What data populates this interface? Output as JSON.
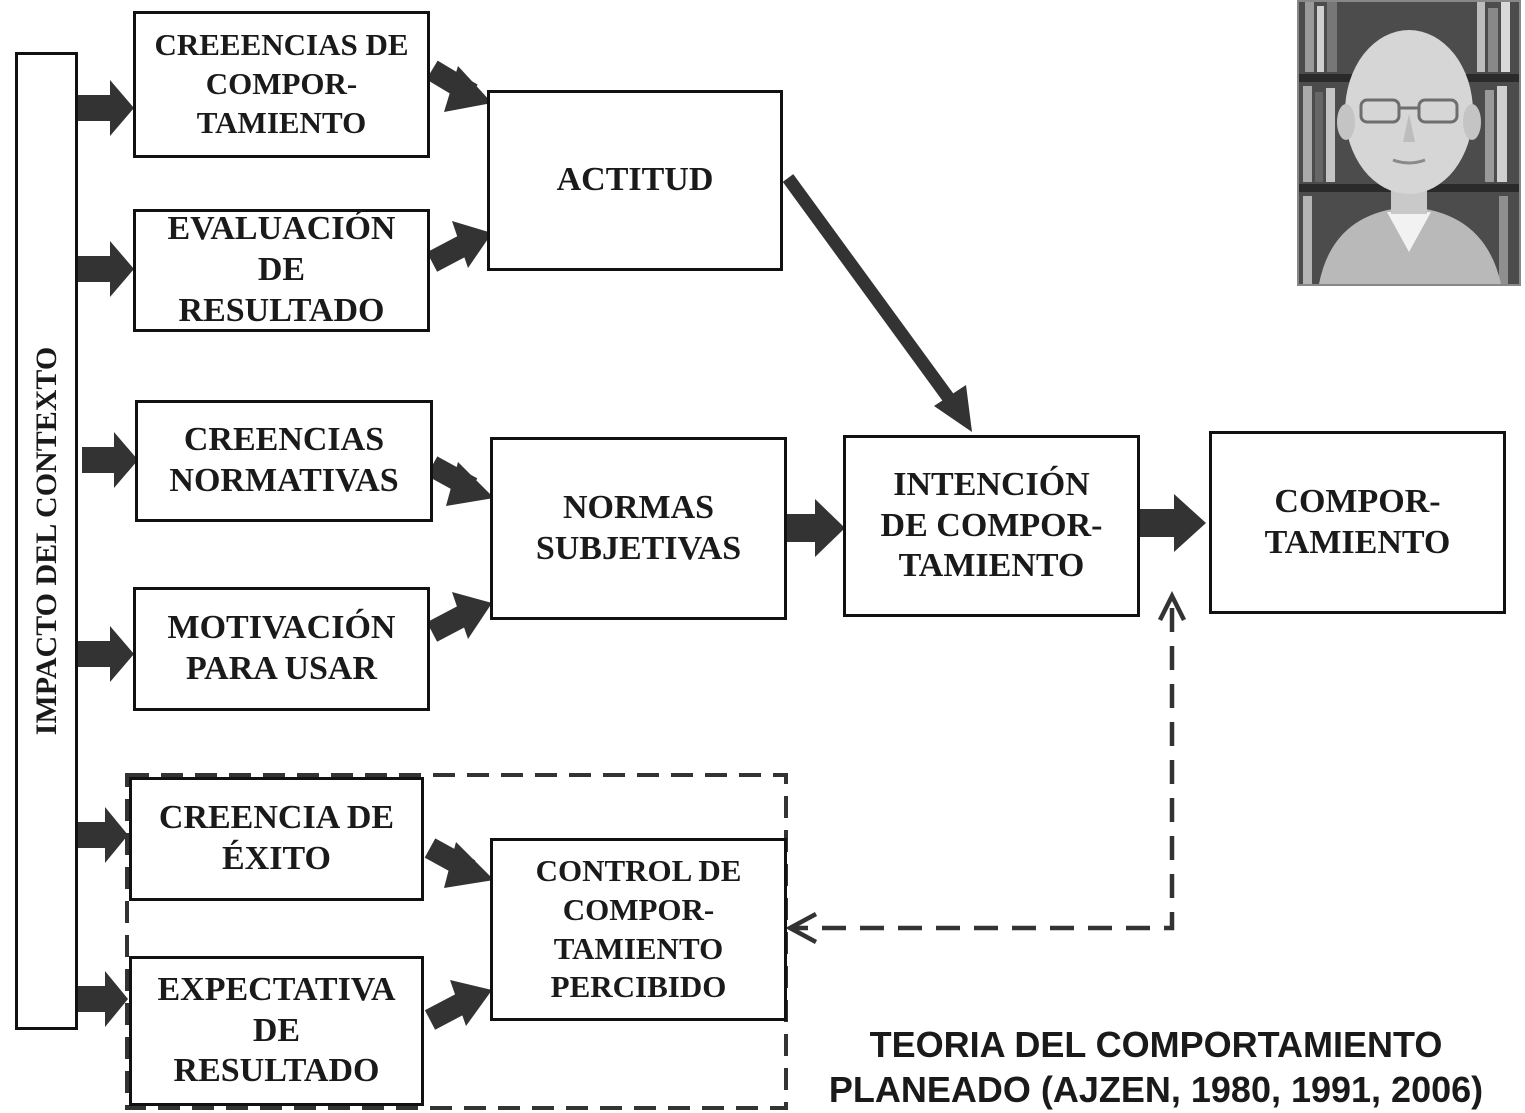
{
  "diagram": {
    "context_label": "IMPACTO DEL CONTEXTO",
    "boxes": {
      "creencias_comportamiento": [
        "CREEENCIAS DE",
        "COMPOR-",
        "TAMIENTO"
      ],
      "evaluacion_resultado": [
        "EVALUACIÓN",
        "DE",
        "RESULTADO"
      ],
      "actitud": [
        "ACTITUD"
      ],
      "creencias_normativas": [
        "CREENCIAS",
        "NORMATIVAS"
      ],
      "motivacion_usar": [
        "MOTIVACIÓN",
        "PARA USAR"
      ],
      "normas_subjetivas": [
        "NORMAS",
        "SUBJETIVAS"
      ],
      "intencion": [
        "INTENCIÓN",
        "DE COMPOR-",
        "TAMIENTO"
      ],
      "comportamiento": [
        "COMPOR-",
        "TAMIENTO"
      ],
      "creencia_exito": [
        "CREENCIA DE",
        "ÉXITO"
      ],
      "expectativa_resultado": [
        "EXPECTATIVA",
        "DE",
        "RESULTADO"
      ],
      "control_percibido": [
        "CONTROL DE",
        "COMPOR-",
        "TAMIENTO",
        "PERCIBIDO"
      ]
    },
    "caption": [
      "TEORIA DEL COMPORTAMIENTO",
      "PLANEADO (AJZEN, 1980, 1991, 2006)"
    ],
    "colors": {
      "arrow": "#333333",
      "border": "#111111",
      "text": "#1a1a1a"
    },
    "portrait": {
      "icon": "portrait-photo",
      "style": "grayscale"
    }
  }
}
